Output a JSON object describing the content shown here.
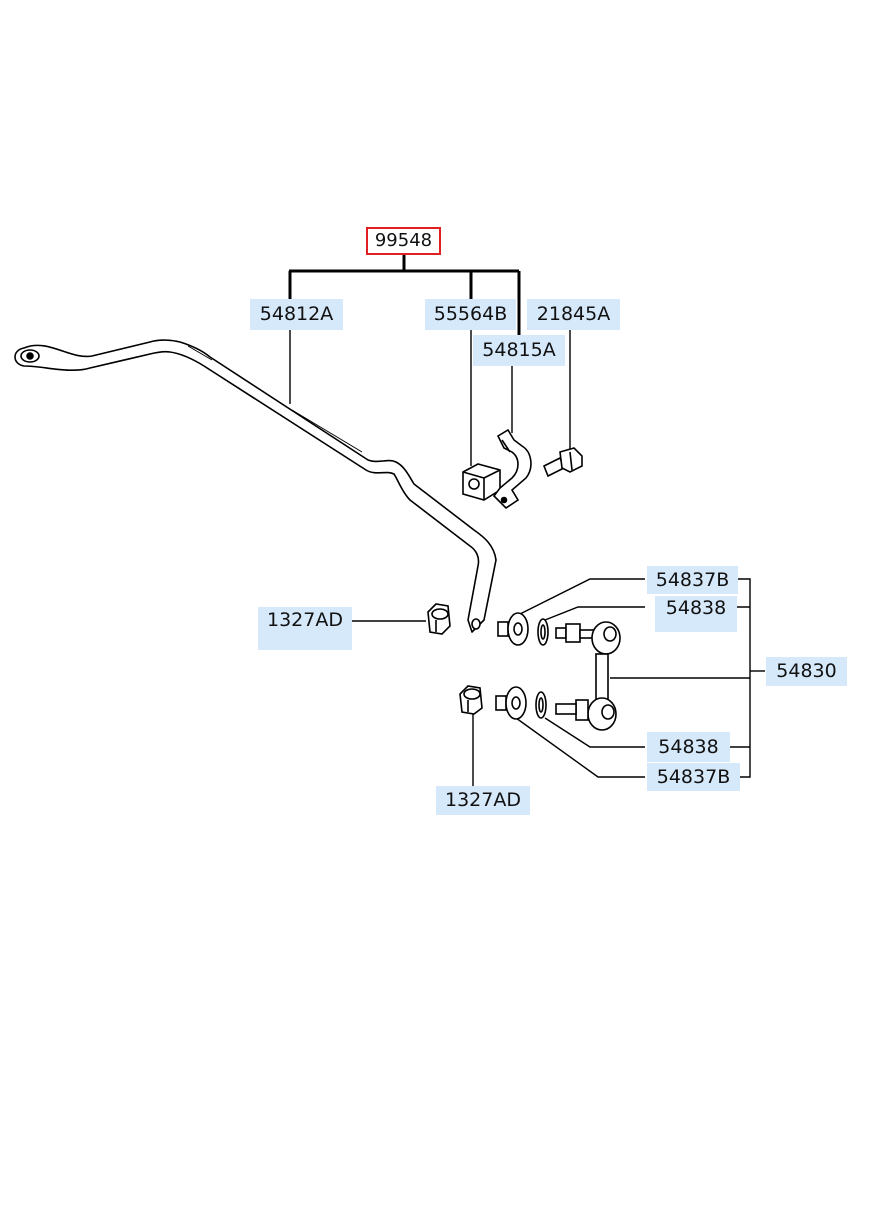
{
  "assembly": {
    "number": "99548",
    "frame_color": "#e02020"
  },
  "colors": {
    "label_highlight": "#d6e9fb",
    "line": "#000000"
  },
  "parts": {
    "p54812A": "54812A",
    "p55564B": "55564B",
    "p21845A": "21845A",
    "p54815A": "54815A",
    "p1327AD_top": "1327AD",
    "p54837B_top": "54837B",
    "p54838_top": "54838",
    "p54830": "54830",
    "p54838_bottom": "54838",
    "p54837B_bottom": "54837B",
    "p1327AD_bottom": "1327AD"
  }
}
